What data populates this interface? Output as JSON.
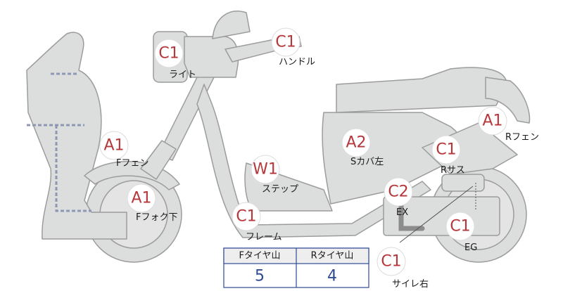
{
  "parts": [
    {
      "id": "light",
      "code": "C1",
      "label": "ライト"
    },
    {
      "id": "handle",
      "code": "C1",
      "label": "ハンドル"
    },
    {
      "id": "f-fender",
      "code": "A1",
      "label": "Fフェン"
    },
    {
      "id": "f-fork",
      "code": "A1",
      "label": "Fフォク下"
    },
    {
      "id": "step",
      "code": "W1",
      "label": "ステップ"
    },
    {
      "id": "frame",
      "code": "C1",
      "label": "フレーム"
    },
    {
      "id": "s-cover",
      "code": "A2",
      "label": "Sカバ左"
    },
    {
      "id": "r-sus",
      "code": "C1",
      "label": "Rサス"
    },
    {
      "id": "r-fender",
      "code": "A1",
      "label": "Rフェン"
    },
    {
      "id": "ex",
      "code": "C2",
      "label": "EX"
    },
    {
      "id": "eg",
      "code": "C1",
      "label": "EG"
    },
    {
      "id": "side-right",
      "code": "C1",
      "label": "サイレ右"
    }
  ],
  "tires": {
    "front_label": "Fタイヤ山",
    "front_value": "5",
    "rear_label": "Rタイヤ山",
    "rear_value": "4"
  },
  "colors": {
    "code_red": "#b5373a",
    "tire_value_blue": "#2f4b94",
    "part_fill": "#dcdddd"
  }
}
